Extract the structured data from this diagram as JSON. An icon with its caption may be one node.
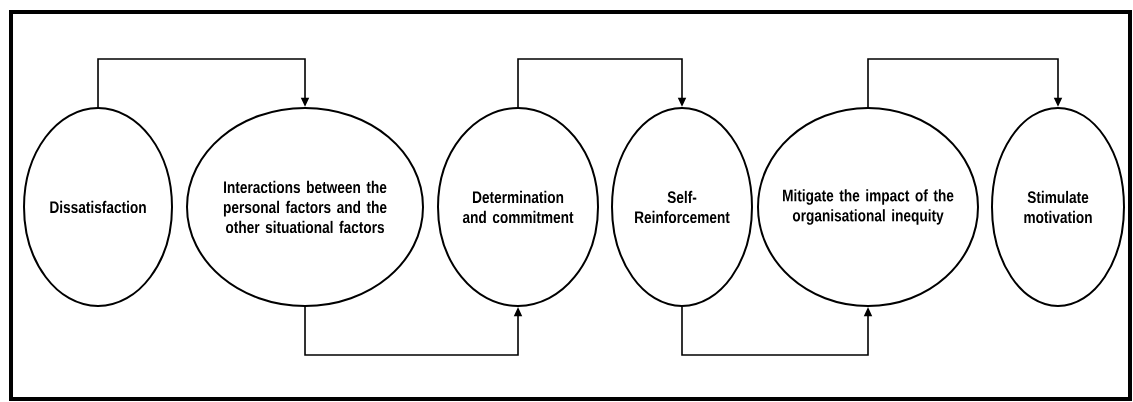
{
  "diagram": {
    "nodes": [
      {
        "text": [
          "Dissatisfaction"
        ]
      },
      {
        "text": [
          "Interactions between the personal factors and the other situational factors"
        ]
      },
      {
        "text": [
          "Determination and commitment"
        ]
      },
      {
        "text": [
          "Self-Reinforcement"
        ]
      },
      {
        "text": [
          "Mitigate the impact of the organisational inequity"
        ]
      },
      {
        "text": [
          "Stimulate motivation"
        ]
      }
    ],
    "edges": [
      {
        "from": 0,
        "to": 1,
        "arrow": "to"
      },
      {
        "from": 1,
        "to": 2,
        "arrow": "to"
      },
      {
        "from": 2,
        "to": 3,
        "arrow": "to"
      },
      {
        "from": 3,
        "to": 4,
        "arrow": "to"
      },
      {
        "from": 4,
        "to": 5,
        "arrow": "to"
      }
    ]
  }
}
